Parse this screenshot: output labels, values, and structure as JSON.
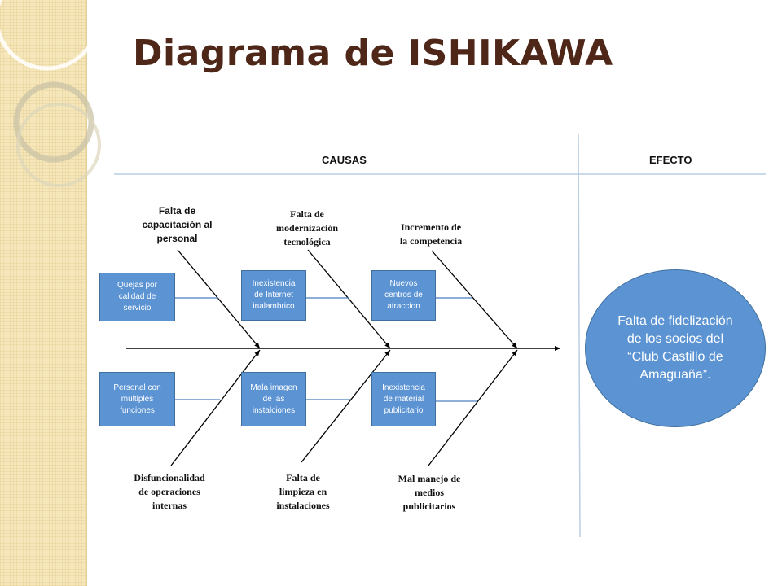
{
  "slide": {
    "title": "Diagrama de ISHIKAWA"
  },
  "theme": {
    "title_color": "#4e2718",
    "box_color": "#5b93d3",
    "strip_color": "#f6e7bb"
  },
  "diagram": {
    "headers": {
      "causes": "CAUSAS",
      "effect": "EFECTO"
    },
    "top_causes": [
      "Falta de\ncapacitación al\npersonal",
      "Falta de\nmodernización\ntecnológica",
      "Incremento de\nla competencia"
    ],
    "bottom_causes": [
      "Disfuncionalidad\nde operaciones\ninternas",
      "Falta de\nlimpieza en\ninstalaciones",
      "Mal manejo de\nmedios\npublicitarios"
    ],
    "top_boxes": [
      "Quejas por\ncalidad de\nservicio",
      "Inexistencia\nde Internet\ninalambrico",
      "Nuevos\ncentros de\natraccion"
    ],
    "bottom_boxes": [
      "Personal con\nmultiples\nfunciones",
      "Mala imagen\nde las\ninstalciones",
      "Inexistencia\nde material\npublicitario"
    ],
    "effect": "Falta de fidelización\nde los socios del\n“Club Castillo de\nAmaguaña”."
  }
}
